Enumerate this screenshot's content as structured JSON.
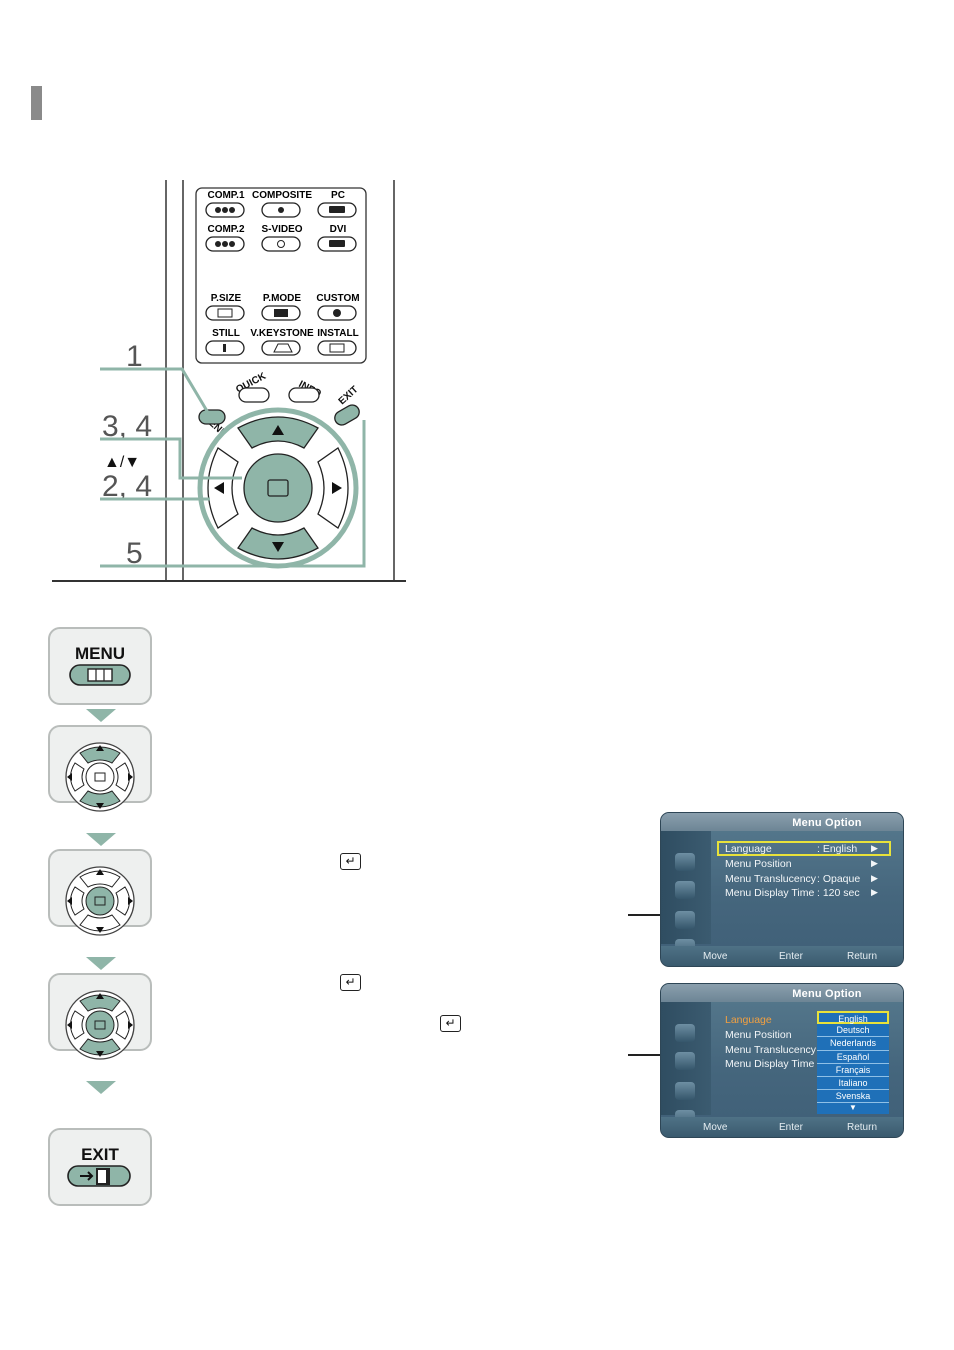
{
  "remote": {
    "callouts": [
      "1",
      "3, 4",
      "▲/▼",
      "2, 4",
      "5"
    ],
    "rows": [
      [
        "COMP.1",
        "COMPOSITE",
        "PC"
      ],
      [
        "COMP.2",
        "S-VIDEO",
        "DVI"
      ],
      [
        "P.SIZE",
        "P.MODE",
        "CUSTOM"
      ],
      [
        "STILL",
        "V.KEYSTONE",
        "INSTALL"
      ]
    ],
    "menu_label": "MENU",
    "quick_label": "QUICK",
    "info_label": "INFO",
    "exit_label": "EXIT"
  },
  "steps": {
    "menu_label": "MENU",
    "exit_label": "EXIT"
  },
  "enter_symbol": "↵",
  "osd1": {
    "title": "Menu Option",
    "items": [
      {
        "label": "Language",
        "value": ": English"
      },
      {
        "label": "Menu Position",
        "value": ""
      },
      {
        "label": "Menu Translucency",
        "value": ": Opaque"
      },
      {
        "label": "Menu Display Time",
        "value": ": 120 sec"
      }
    ],
    "footer": [
      "Move",
      "Enter",
      "Return"
    ]
  },
  "osd2": {
    "title": "Menu Option",
    "items": [
      "Language",
      "Menu Position",
      "Menu Translucency",
      "Menu Display Time"
    ],
    "languages": [
      "English",
      "Deutsch",
      "Nederlands",
      "Español",
      "Français",
      "Italiano",
      "Svenska"
    ],
    "footer": [
      "Move",
      "Enter",
      "Return"
    ]
  },
  "colors": {
    "accent_green": "#8fb5a8",
    "highlight_yellow": "#e8e23a",
    "osd_active_orange": "#f2a040",
    "list_blue": "#1f70b8"
  }
}
